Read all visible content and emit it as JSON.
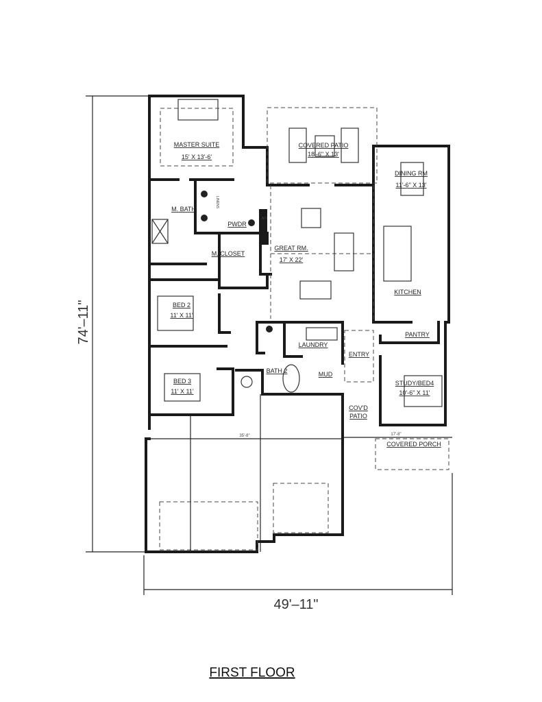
{
  "title": "FIRST FLOOR",
  "overall_dimensions": {
    "depth": "74'–11\"",
    "width": "49'–11\""
  },
  "inner_dimensions": {
    "garage_width": "35'-8\"",
    "porch_width": "17'-8\""
  },
  "rooms": {
    "master_suite": {
      "name": "MASTER SUITE",
      "size": "15' X 13'-6'"
    },
    "covered_patio": {
      "name": "COVERED PATIO",
      "size": "18'-6\" X 13'"
    },
    "dining": {
      "name": "DINING RM",
      "size": "11'-6\" X 13'"
    },
    "m_bath": {
      "name": "M. BATH"
    },
    "pwdr": {
      "name": "PWDR"
    },
    "av": {
      "name": "A/V"
    },
    "linens": {
      "name": "LINENS"
    },
    "m_closet": {
      "name": "M. CLOSET"
    },
    "great_rm": {
      "name": "GREAT RM.",
      "size": "17' X 22'"
    },
    "kitchen": {
      "name": "KITCHEN"
    },
    "bed2": {
      "name": "BED 2",
      "size": "11' X 11'"
    },
    "laundry": {
      "name": "LAUNDRY"
    },
    "entry": {
      "name": "ENTRY"
    },
    "pantry": {
      "name": "PANTRY"
    },
    "bath2": {
      "name": "BATH 2"
    },
    "mud": {
      "name": "MUD"
    },
    "bed3": {
      "name": "BED 3",
      "size": "11' X 11'"
    },
    "study": {
      "name": "STUDY/BED4",
      "size": "10'-6\" X 11'"
    },
    "covd_patio": {
      "name_line1": "COV'D",
      "name_line2": "PATIO"
    },
    "covered_porch": {
      "name": "COVERED PORCH"
    }
  }
}
